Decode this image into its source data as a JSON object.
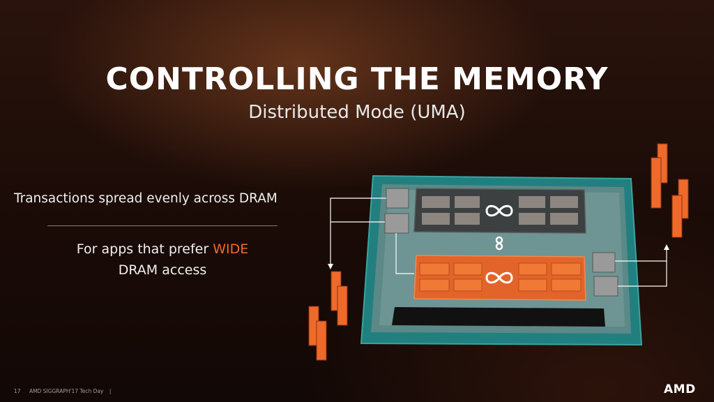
{
  "slide": {
    "title": "CONTROLLING THE MEMORY",
    "subtitle": "Distributed Mode (UMA)",
    "bullet1": "Transactions spread evenly across DRAM",
    "bullet2_before": "For apps that prefer ",
    "bullet2_accent": "WIDE",
    "bullet2_line2": "DRAM access",
    "footer_page": "17",
    "footer_event": "AMD SIGGRAPH'17 Tech Day",
    "footer_sep": "|",
    "logo": "AMD"
  },
  "colors": {
    "accent": "#ee6a2a",
    "package_teal": "#1f7a7a",
    "die_gray": "#4a4a4a"
  },
  "icons": [
    "infinity-fabric-icon",
    "dram-stick-icon",
    "amd-logo-icon"
  ]
}
